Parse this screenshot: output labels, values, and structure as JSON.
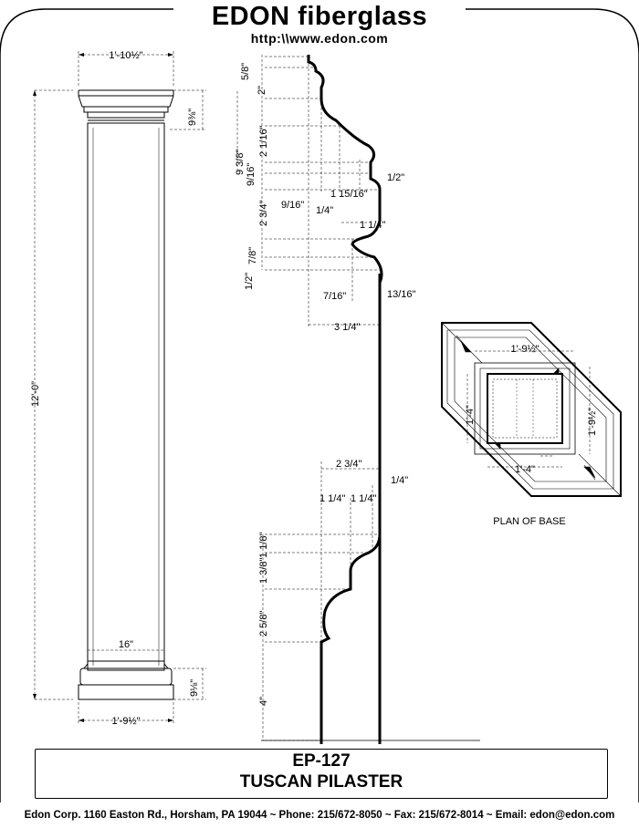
{
  "header": {
    "brand": "EDON fiberglass",
    "url": "http:\\\\www.edon.com"
  },
  "title_block": {
    "model": "EP-127",
    "name": "TUSCAN PILASTER"
  },
  "footer": {
    "contact": "Edon Corp. 1160 Easton Rd., Horsham, PA 19044 ~ Phone: 215/672-8050 ~ Fax: 215/672-8014 ~ Email: edon@edon.com"
  },
  "elevation": {
    "capital_width": "1'-10½\"",
    "capital_height": "9⅜\"",
    "total_height": "12'-0\"",
    "shaft_width": "16\"",
    "base_height": "9⅛\"",
    "base_width": "1'-9½\""
  },
  "capital_profile": {
    "dims": [
      "5/8\"",
      "2\"",
      "2 1/16\"",
      "9 3/8\"",
      "9/16\"",
      "1/2\"",
      "1 15/16\"",
      "9/16\"",
      "1/4\"",
      "2 3/4\"",
      "1 1/4\"",
      "7/8\"",
      "1/2\"",
      "7/16\"",
      "13/16\"",
      "3 1/4\""
    ]
  },
  "base_profile": {
    "dims": [
      "2 3/4\"",
      "1/4\"",
      "1 1/4\"",
      "1 1/4\"",
      "1 1/8\"",
      "1 3/8\"",
      "2 5/8\"",
      "4\""
    ]
  },
  "plan": {
    "outer_width": "1'-9½\"",
    "outer_depth": "1'-9½\"",
    "inner_width": "1'-4\"",
    "inner_depth": "1'-4\"",
    "caption": "PLAN OF BASE"
  }
}
